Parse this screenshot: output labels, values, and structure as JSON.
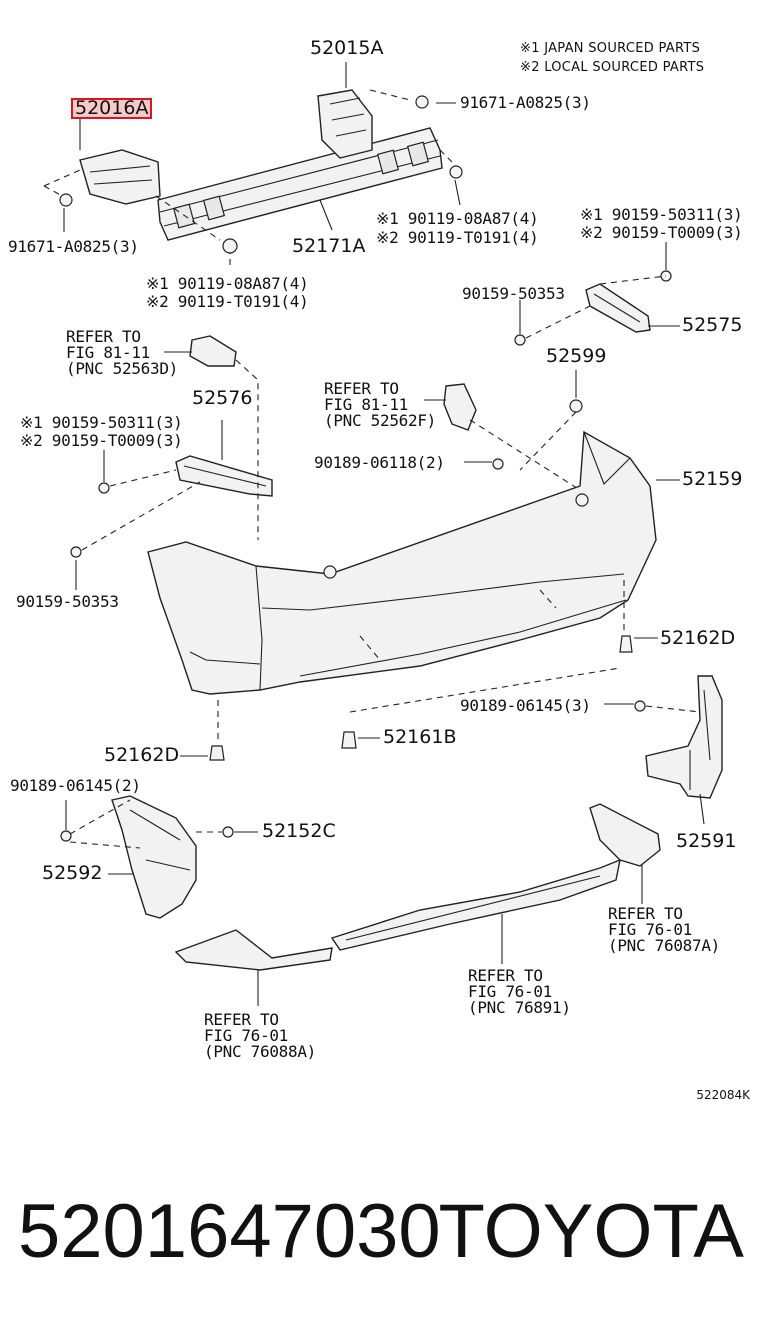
{
  "legend": {
    "line1": "※1 JAPAN SOURCED PARTS",
    "line2": "※2 LOCAL SOURCED PARTS"
  },
  "labels": {
    "p52015A": "52015A",
    "p52016A": "52016A",
    "p91671_top": "91671-A0825(3)",
    "p91671_left": "91671-A0825(3)",
    "p52171A": "52171A",
    "p90119_r1": "※1 90119-08A87(4)",
    "p90119_r2": "※2 90119-T0191(4)",
    "p90119_c1": "※1 90119-08A87(4)",
    "p90119_c2": "※2 90119-T0191(4)",
    "p90159_r1": "※1 90159-50311(3)",
    "p90159_r2": "※2 90159-T0009(3)",
    "p90159_50353_r": "90159-50353",
    "p52575": "52575",
    "p52599": "52599",
    "p52576": "52576",
    "p90159_l1": "※1 90159-50311(3)",
    "p90159_l2": "※2 90159-T0009(3)",
    "p90189_06118": "90189-06118(2)",
    "p52159": "52159",
    "p90159_50353_l": "90159-50353",
    "p52162D_r": "52162D",
    "p52162D_l": "52162D",
    "p90189_06145_3": "90189-06145(3)",
    "p52161B": "52161B",
    "p90189_06145_2": "90189-06145(2)",
    "p52152C": "52152C",
    "p52591": "52591",
    "p52592": "52592"
  },
  "refers": {
    "r52563D": "REFER TO\nFIG 81-11\n(PNC 52563D)",
    "r52562F": "REFER TO\nFIG 81-11\n(PNC 52562F)",
    "r76087A": "REFER TO\nFIG 76-01\n(PNC 76087A)",
    "r76891": "REFER TO\nFIG 76-01\n(PNC 76891)",
    "r76088A": "REFER TO\nFIG 76-01\n(PNC 76088A)"
  },
  "diagram_code": "522084K",
  "footer": {
    "part_number": "5201647030",
    "brand": "TOYOTA"
  },
  "highlight_color": "#e0141e"
}
